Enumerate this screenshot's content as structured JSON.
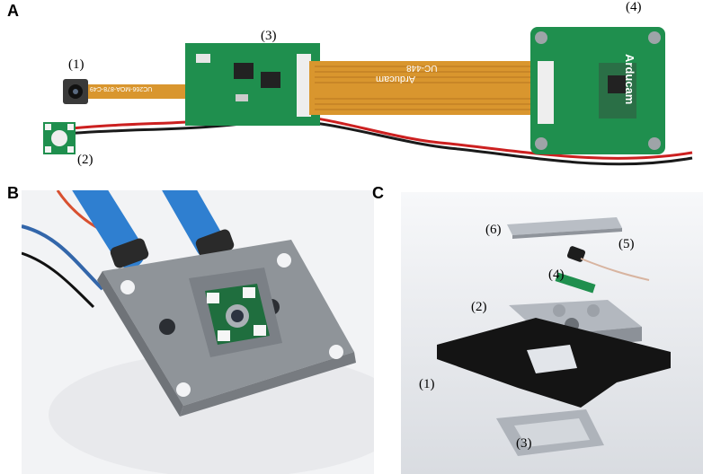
{
  "panels": {
    "a": {
      "letter": "A",
      "labels": [
        "(1)",
        "(2)",
        "(3)",
        "(4)"
      ],
      "pcb_texts": {
        "brand_on_flex": "Arducam",
        "code_on_flex": "UC-448",
        "brand_on_board": "Arducam",
        "silk_small": "UC266-MOA-878-C49"
      }
    },
    "b": {
      "letter": "B"
    },
    "c": {
      "letter": "C",
      "labels": [
        "(1)",
        "(2)",
        "(3)",
        "(4)",
        "(5)",
        "(6)"
      ]
    }
  },
  "colors": {
    "pcb_green": "#1f8f4e",
    "flex_orange": "#d9962e",
    "cable_blue": "#2f7fd0",
    "print_gray": "#8f9499",
    "cad_bg": "#e4e6ea"
  }
}
